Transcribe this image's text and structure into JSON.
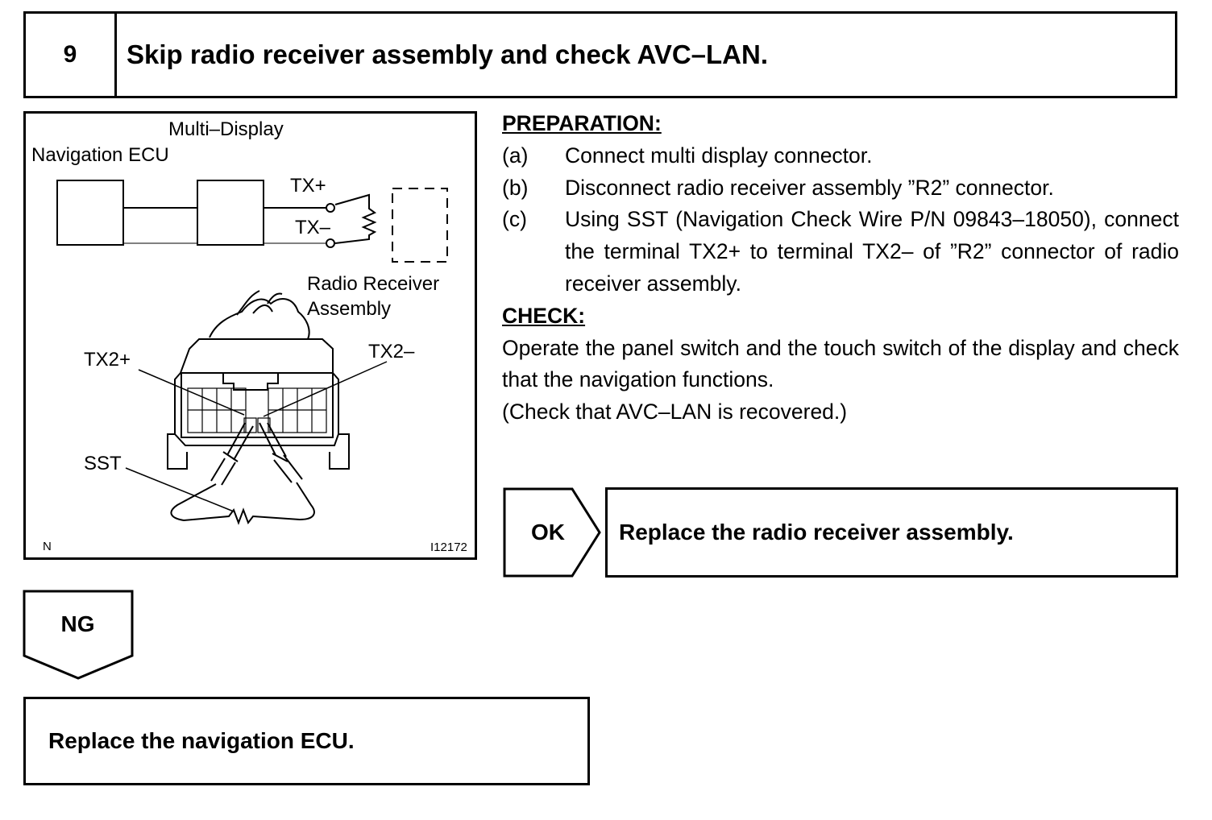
{
  "step": {
    "number": "9",
    "title": "Skip radio receiver assembly and check AVC–LAN."
  },
  "figure": {
    "label_multi_display": "Multi–Display",
    "label_nav_ecu": "Navigation ECU",
    "label_tx_plus": "TX+",
    "label_tx_minus": "TX–",
    "label_radio_receiver_1": "Radio Receiver",
    "label_radio_receiver_2": "Assembly",
    "label_tx2_plus": "TX2+",
    "label_tx2_minus": "TX2–",
    "label_sst": "SST",
    "corner_left": "N",
    "figure_id": "I12172"
  },
  "preparation": {
    "heading": "PREPARATION:",
    "items": [
      {
        "label": "(a)",
        "text": "Connect multi display connector."
      },
      {
        "label": "(b)",
        "text": "Disconnect radio receiver assembly ”R2” connector."
      },
      {
        "label": "(c)",
        "text": "Using SST (Navigation Check Wire P/N 09843–18050), connect the terminal TX2+ to terminal TX2– of ”R2” connector of radio receiver assembly."
      }
    ]
  },
  "check": {
    "heading": "CHECK:",
    "line1": "Operate the panel switch and the touch switch of the display and check that the navigation functions.",
    "line2": "(Check that AVC–LAN is recovered.)"
  },
  "results": {
    "ok_label": "OK",
    "ok_text": "Replace the radio receiver assembly.",
    "ng_label": "NG",
    "ng_text": "Replace the navigation ECU."
  }
}
